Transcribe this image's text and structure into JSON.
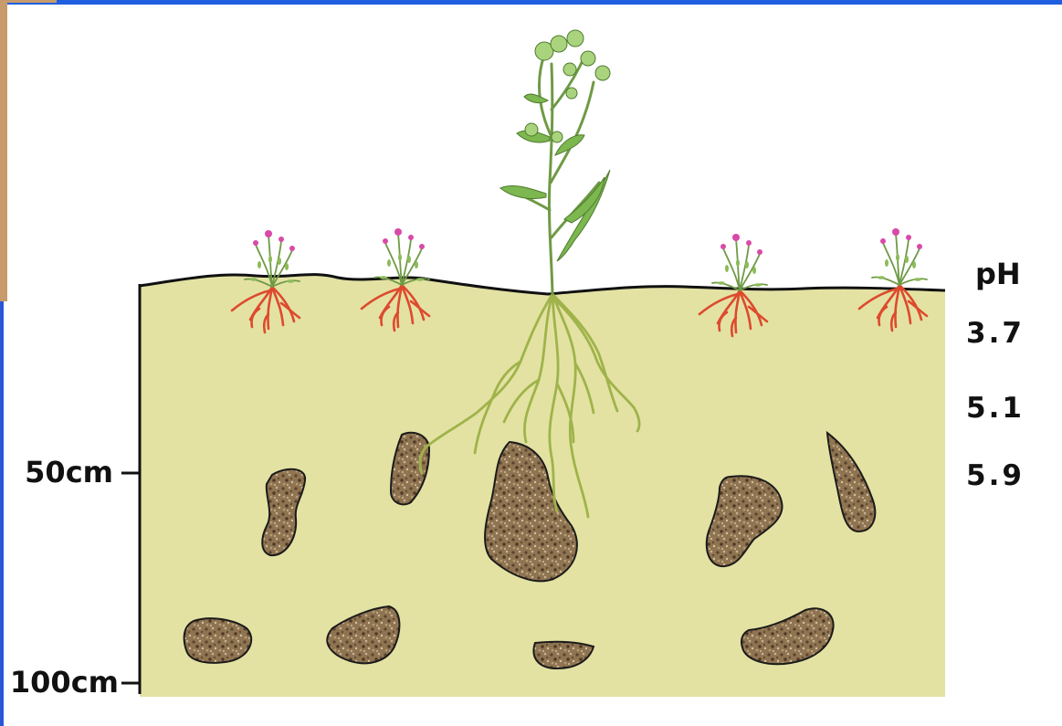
{
  "diagram": {
    "depth_labels": [
      "50cm",
      "100cm"
    ],
    "ph_heading": "pH",
    "ph_values": [
      "3.7",
      "5.1",
      "5.9"
    ],
    "colors": {
      "top_border": "#1f5fe0",
      "left_border": "#2a57d8",
      "corner_tab": "#c89b6b",
      "soil": "#e3e2a3",
      "soil_outline": "#111111",
      "stone": "#8f7451",
      "stone_speckle_dark": "#5a4330",
      "stone_speckle_light": "#c7b394",
      "small_plant_root": "#dd4a2e",
      "small_plant_stem": "#6f9a45",
      "small_plant_flower": "#d94aa8",
      "large_plant_root": "#9fb34a",
      "large_plant_foliage": "#7cb74f"
    },
    "icons": [
      "small-flowering-plant",
      "tall-leafy-plant",
      "stone"
    ]
  }
}
